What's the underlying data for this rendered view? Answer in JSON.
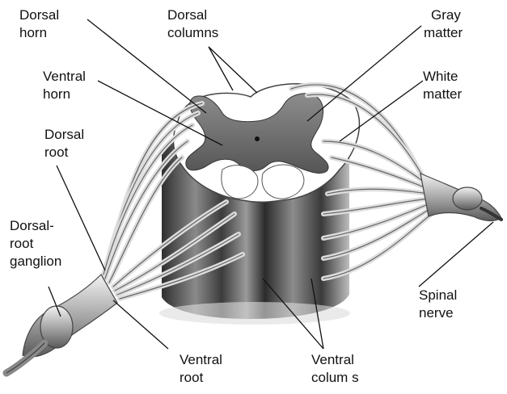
{
  "labels": {
    "dorsal_horn": [
      "Dorsal",
      "horn"
    ],
    "dorsal_columns": [
      "Dorsal",
      "columns"
    ],
    "gray_matter": [
      "Gray",
      "matter"
    ],
    "ventral_horn": [
      "Ventral",
      "horn"
    ],
    "white_matter": [
      "White",
      "matter"
    ],
    "dorsal_root": [
      "Dorsal",
      "root"
    ],
    "dorsal_root_ganglion": [
      "Dorsal-",
      "root",
      "ganglion"
    ],
    "spinal_nerve": [
      "Spinal",
      "nerve"
    ],
    "ventral_root": [
      "Ventral",
      "root"
    ],
    "ventral_columns": [
      "Ventral",
      "colum s"
    ]
  },
  "colors": {
    "cord_dark": "#3a3a3a",
    "cord_mid": "#7a7a7a",
    "cord_light": "#c8c8c8",
    "white_matter": "#ffffff",
    "gray_matter": "#6e6e6e",
    "leader_line": "#111111"
  }
}
